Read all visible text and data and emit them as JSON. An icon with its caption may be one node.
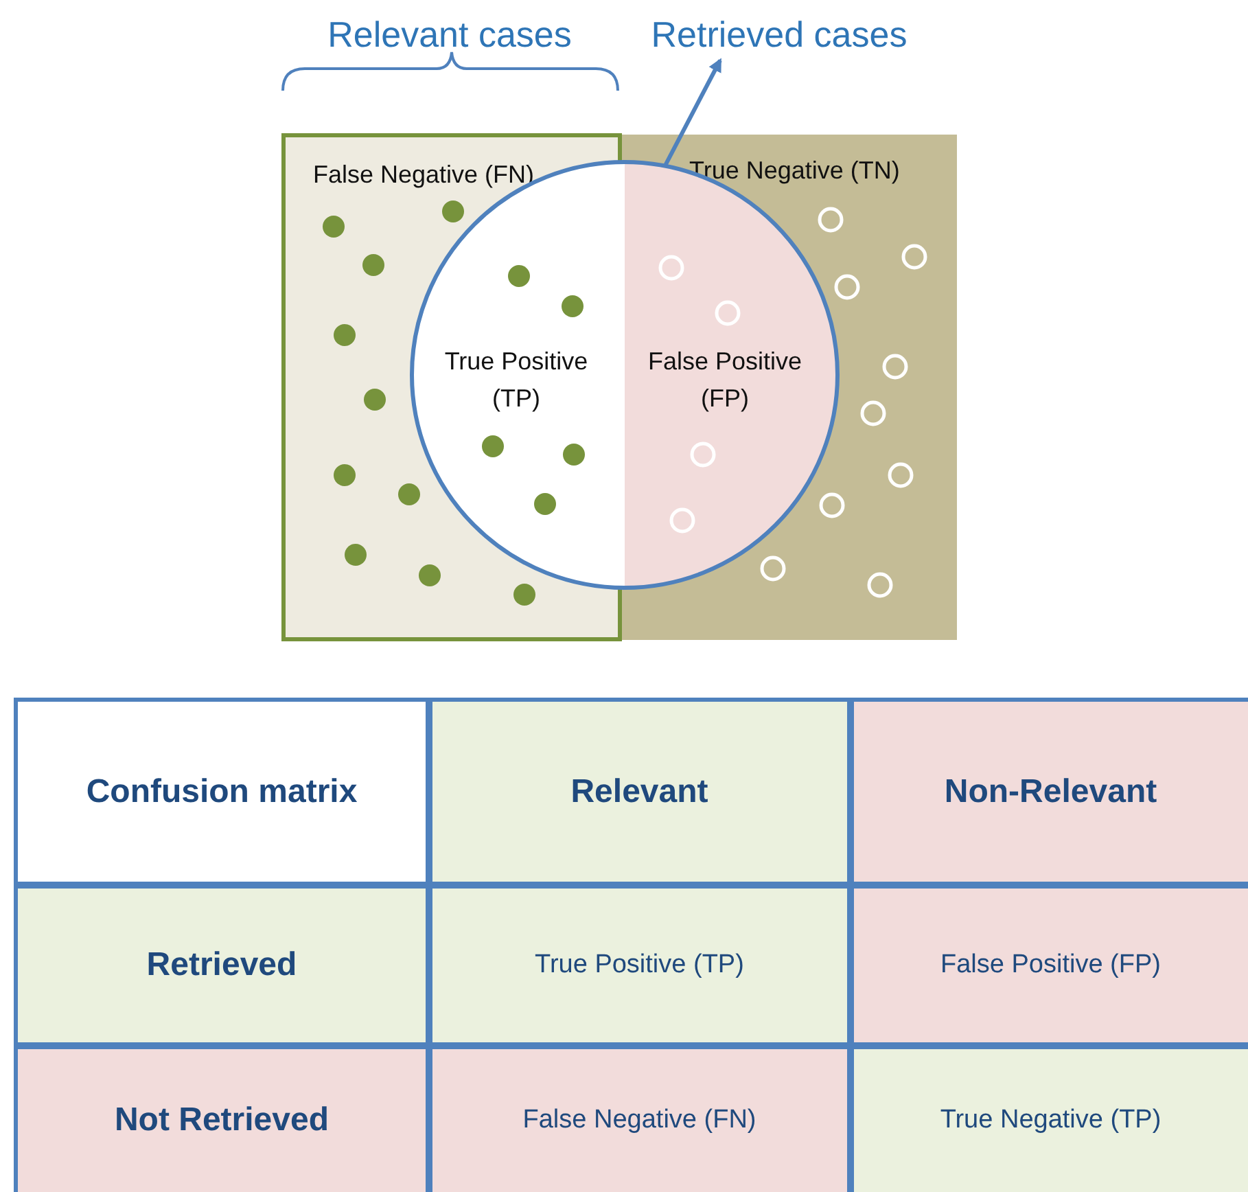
{
  "diagram": {
    "nodes": [
      {
        "text": [
          "False Negative (FN)"
        ]
      },
      {
        "text": [
          "True Negative (TN)"
        ]
      },
      {
        "text": [
          "True Positive (TP)"
        ],
        "in": 0
      },
      {
        "text": [
          "False Positive (FP)"
        ],
        "in": 1
      },
      {
        "text": [
          "Retrieved cases"
        ]
      }
    ],
    "edges": [
      {
        "from": 3,
        "to": 4,
        "arrow": "to"
      }
    ],
    "labels": [
      "Relevant cases",
      "Confusion matrix",
      "Relevant",
      "Non-Relevant",
      "Retrieved",
      "True Positive (TP)",
      "False Positive (FP)",
      "Not Retrieved",
      "False Negative (FN)",
      "True Negative (TP)"
    ]
  }
}
